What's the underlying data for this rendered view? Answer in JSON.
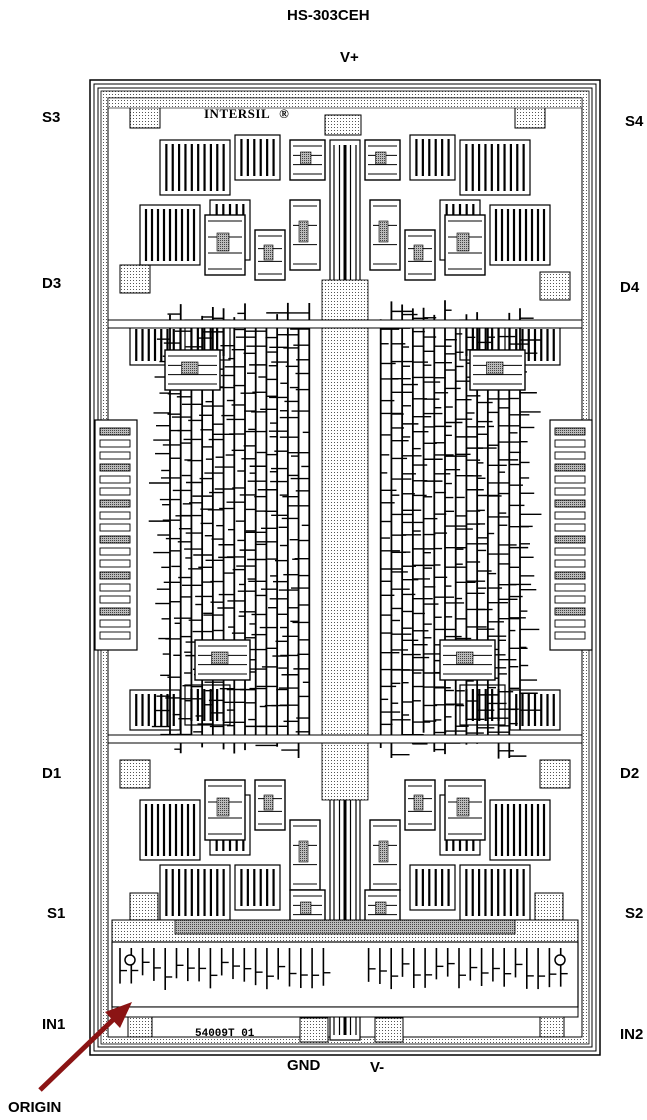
{
  "title": "HS-303CEH",
  "pins": {
    "v_plus": "V+",
    "s3": "S3",
    "s4": "S4",
    "d3": "D3",
    "d4": "D4",
    "d1": "D1",
    "d2": "D2",
    "s1": "S1",
    "s2": "S2",
    "in1": "IN1",
    "in2": "IN2",
    "gnd": "GND",
    "v_minus": "V-"
  },
  "origin_label": "ORIGIN",
  "die_markings": {
    "brand": "INTERSIL",
    "brand_symbol": "®",
    "part_code": "54009T 01"
  },
  "colors": {
    "metal": "#000000",
    "arrow": "#8b1414",
    "background": "#ffffff"
  }
}
